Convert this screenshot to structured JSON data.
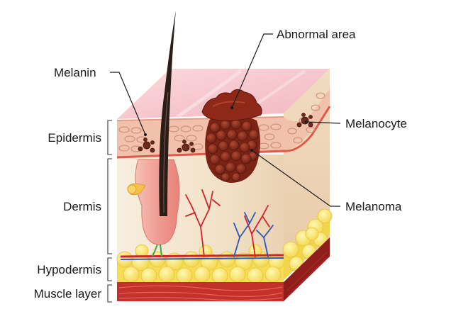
{
  "labels": {
    "melanin": "Melanin",
    "abnormal_area": "Abnormal area",
    "melanocyte": "Melanocyte",
    "melanoma": "Melanoma",
    "epidermis": "Epidermis",
    "dermis": "Dermis",
    "hypodermis": "Hypodermis",
    "muscle_layer": "Muscle layer"
  },
  "colors": {
    "surface": "#f7c9cf",
    "epidermis": "#f3c3b0",
    "dermis": "#f4e5cf",
    "fat": "#f8e35a",
    "muscle": "#c4302b",
    "muscle_dark": "#8f1d1a",
    "melanoma": "#8a2a1c",
    "melanoma_dark": "#5e160d",
    "hair": "#2a1d18",
    "follicle": "#f1a9a0",
    "artery": "#d3232a",
    "vein": "#2f57b5",
    "melanocyte": "#6b2a1a"
  }
}
